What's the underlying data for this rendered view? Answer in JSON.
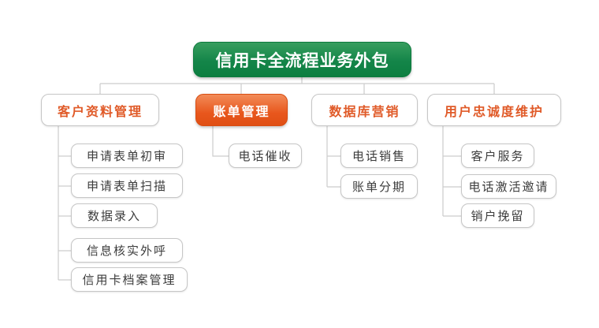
{
  "diagram": {
    "type": "mindmap-org-chart",
    "root": {
      "label": "信用卡全流程业务外包"
    },
    "branches": [
      {
        "label": "客户资料管理",
        "highlighted": false,
        "children": [
          "申请表单初审",
          "申请表单扫描",
          "数据录入",
          "信息核实外呼",
          "信用卡档案管理"
        ]
      },
      {
        "label": "账单管理",
        "highlighted": true,
        "children": [
          "电话催收"
        ]
      },
      {
        "label": "数据库营销",
        "highlighted": false,
        "children": [
          "电话销售",
          "账单分期"
        ]
      },
      {
        "label": "用户忠诚度维护",
        "highlighted": false,
        "children": [
          "客户服务",
          "电话激活邀请",
          "销户挽留"
        ]
      }
    ]
  },
  "colors": {
    "root_green": "#148549",
    "root_green_light": "#379e5e",
    "root_border": "#0d7a3e",
    "branch_orange": "#e8571d",
    "branch_orange_light": "#f28b58",
    "branch_text": "#e05a28",
    "child_text": "#3c3c3c",
    "box_border": "#c6c6c6",
    "line_color": "#cccccc",
    "canvas_bg": "#ffffff"
  }
}
